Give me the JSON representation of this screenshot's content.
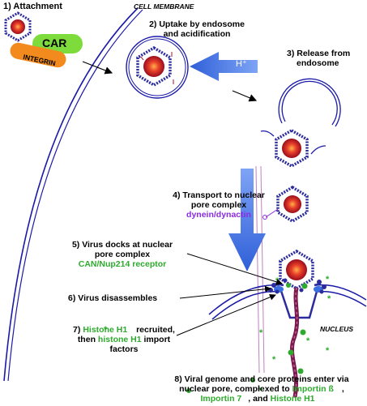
{
  "labels": {
    "attachment": "1) Attachment",
    "cell_membrane": "CELL MEMBRANE",
    "car": "CAR",
    "integrin": "INTEGRIN",
    "uptake_l1": "2) Uptake by endosome",
    "uptake_l2": "and acidification",
    "h_plus": "H⁺",
    "release_l1": "3) Release from",
    "release_l2": "endosome",
    "transport_l1": "4) Transport to nuclear",
    "transport_l2": "pore complex",
    "transport_l3": "dynein/dynactin",
    "docks_l1": "5) Virus docks at nuclear",
    "docks_l2": "pore complex",
    "docks_l3": "CAN/Nup214 receptor",
    "disassembles": "6) Virus  disassembles",
    "histone_l1a": "7) ",
    "histone_l1b": "Histone H1",
    "histone_l1c": " recruited,",
    "histone_l2a": "then ",
    "histone_l2b": "histone H1",
    "histone_l2c": " import",
    "histone_l3": "factors",
    "nucleus": "NUCLEUS",
    "genome_l1": "8) Viral genome and core proteins enter via",
    "genome_l2a": "nuclear pore, complexed to ",
    "genome_l2b": "Importin ß",
    "genome_l3a": "Importin 7",
    "genome_l3b": ", and ",
    "genome_l3c": "Histone H1"
  },
  "colors": {
    "membrane": "#1a1aa8",
    "capsid": "#2b2b9e",
    "core_outer": "#b01020",
    "core_inner": "#ff6a3d",
    "car": "#7ddc3c",
    "integrin": "#f28a1e",
    "arrow_blue": "#3a6fe0",
    "green": "#2eaa2e",
    "purple": "#8a2be2",
    "genome": "#7a1a4a"
  }
}
